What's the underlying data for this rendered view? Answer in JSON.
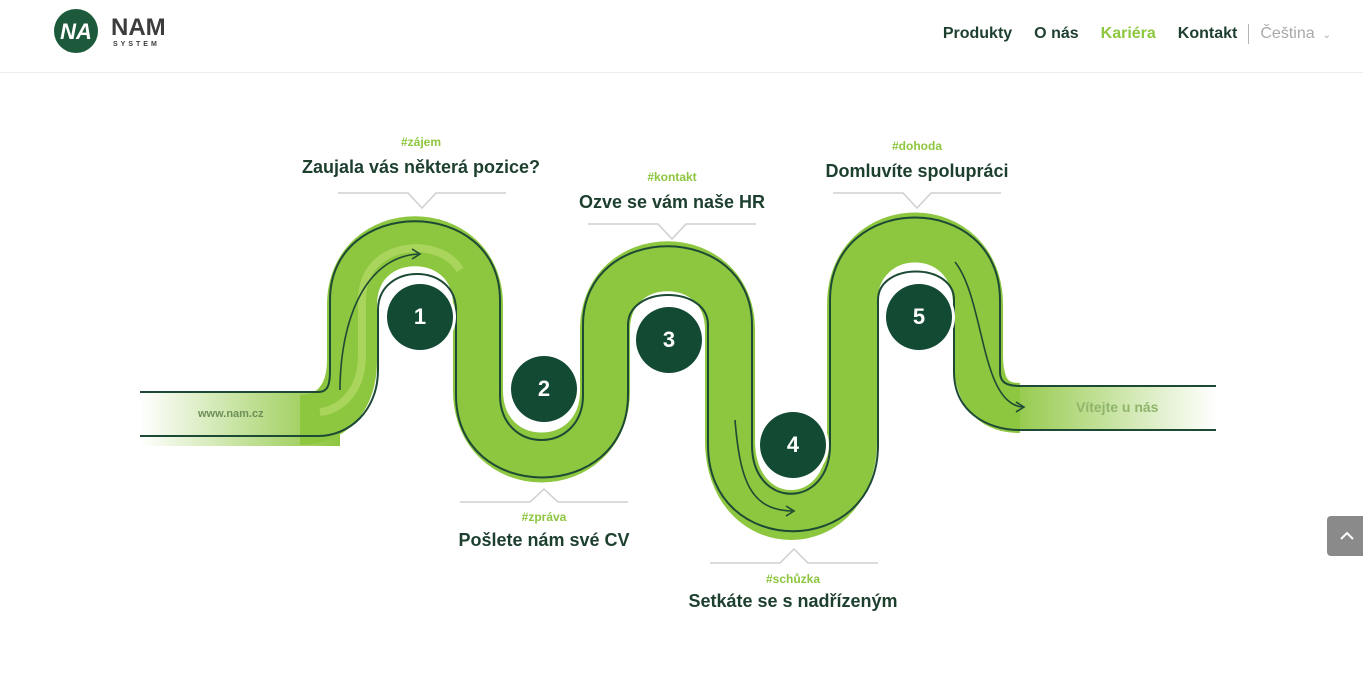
{
  "brand": {
    "logo_mark": "NA",
    "logo_name": "NAM",
    "logo_sub": "SYSTEM",
    "primary_color": "#1d5a3c",
    "accent_color": "#8dc63f"
  },
  "nav": {
    "items": [
      {
        "label": "Produkty",
        "active": false
      },
      {
        "label": "O nás",
        "active": false
      },
      {
        "label": "Kariéra",
        "active": true
      },
      {
        "label": "Kontakt",
        "active": false
      }
    ],
    "language": "Čeština",
    "language_icon": "chevron-down-icon"
  },
  "roadmap": {
    "start_label": "www.nam.cz",
    "end_label": "Vítejte u nás",
    "steps": [
      {
        "number": "1",
        "tag": "#zájem",
        "title": "Zaujala vás některá pozice?"
      },
      {
        "number": "2",
        "tag": "#zpráva",
        "title": "Pošlete nám své CV"
      },
      {
        "number": "3",
        "tag": "#kontakt",
        "title": "Ozve se vám naše HR"
      },
      {
        "number": "4",
        "tag": "#schůzka",
        "title": "Setkáte se s nadřízeným"
      },
      {
        "number": "5",
        "tag": "#dohoda",
        "title": "Domluvíte spolupráci"
      }
    ]
  },
  "scroll_to_top": {
    "icon": "chevron-up-icon"
  }
}
